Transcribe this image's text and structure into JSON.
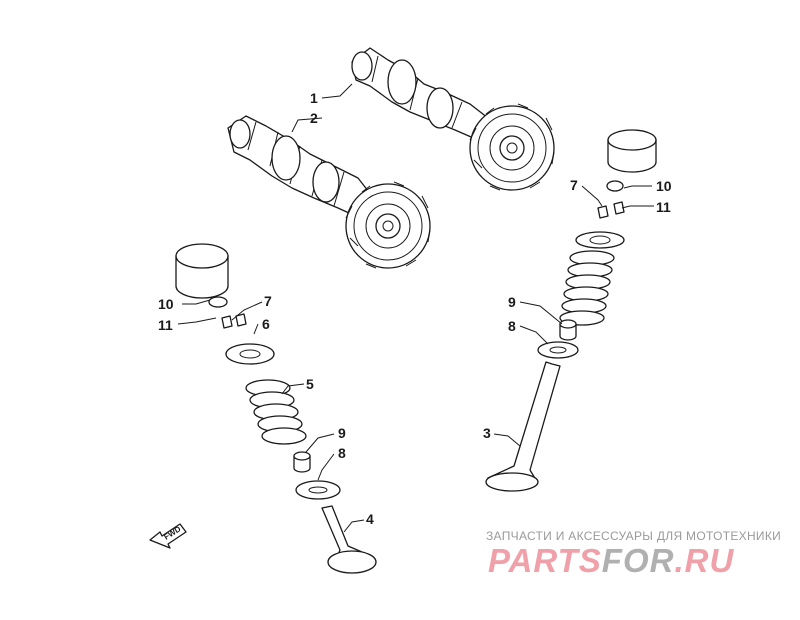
{
  "callouts": {
    "c1": "1",
    "c2": "2",
    "c3": "3",
    "c4": "4",
    "c5": "5",
    "c6": "6",
    "c7a": "7",
    "c7b": "7",
    "c8a": "8",
    "c8b": "8",
    "c9a": "9",
    "c9b": "9",
    "c10a": "10",
    "c10b": "10",
    "c11a": "11",
    "c11b": "11"
  },
  "fwd_label": "FWD",
  "watermark": {
    "tagline": "ЗАПЧАСТИ И АКСЕССУАРЫ ДЛЯ МОТОТЕХНИКИ",
    "logo_a": "PARTS",
    "logo_b": "FOR",
    "logo_c": ".RU",
    "color_logo": "#f0a0a8",
    "color_dark": "#b0b0b0"
  }
}
